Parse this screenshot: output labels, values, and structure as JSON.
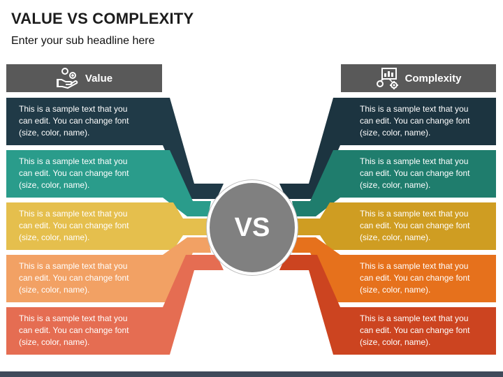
{
  "title": "VALUE VS COMPLEXITY",
  "subtitle": "Enter your sub headline here",
  "left_header": {
    "label": "Value",
    "icon": "hand-with-coins-icon"
  },
  "right_header": {
    "label": "Complexity",
    "icon": "process-chart-gear-icon"
  },
  "center_label": "VS",
  "colors": {
    "header": "#595959",
    "center": "#808080",
    "rows_left": [
      "#203a47",
      "#2a9c8b",
      "#e5bf4d",
      "#f2a164",
      "#e56d52"
    ],
    "rows_right": [
      "#1c3440",
      "#1f7d6d",
      "#cf9d22",
      "#e6711c",
      "#cc4420"
    ]
  },
  "left_items": [
    {
      "lines": [
        "This is a sample text that you",
        "can edit. You can change font",
        "(size, color, name)."
      ]
    },
    {
      "lines": [
        "This is a sample text that you",
        "can edit. You can change font",
        "(size, color, name)."
      ]
    },
    {
      "lines": [
        "This is a sample text that you",
        "can edit. You can change font",
        "(size, color, name)."
      ]
    },
    {
      "lines": [
        "This is a sample text that you",
        "can edit. You can change font",
        "(size, color, name)."
      ]
    },
    {
      "lines": [
        "This is a sample text that you",
        "can edit. You can change font",
        "(size, color, name)."
      ]
    }
  ],
  "right_items": [
    {
      "lines": [
        "This is a sample text that you",
        "can edit. You can change font",
        "(size, color, name)."
      ]
    },
    {
      "lines": [
        "This is a sample text that you",
        "can edit. You can change font",
        "(size, color, name)."
      ]
    },
    {
      "lines": [
        "This is a sample text that you",
        "can edit. You can change font",
        "(size, color, name)."
      ]
    },
    {
      "lines": [
        "This is a sample text that you",
        "can edit. You can change font",
        "(size, color, name)."
      ]
    },
    {
      "lines": [
        "This is a sample text that you",
        "can edit. You can change font",
        "(size, color, name)."
      ]
    }
  ]
}
